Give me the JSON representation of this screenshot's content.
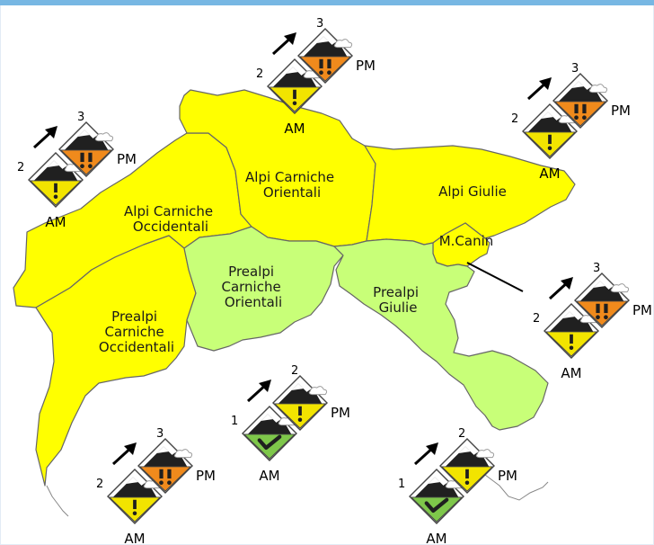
{
  "colors": {
    "danger_1": "#7ec74a",
    "danger_2": "#f2e400",
    "danger_3": "#f08a1c",
    "region_alpine": "#ffff00",
    "region_prealpine": "#c8ff78",
    "top_bar": "#77b7e3"
  },
  "regions": [
    {
      "id": "alpi-carniche-occidentali",
      "lines": [
        "Alpi Carniche",
        "Occidentali"
      ]
    },
    {
      "id": "alpi-carniche-orientali",
      "lines": [
        "Alpi Carniche",
        "Orientali"
      ]
    },
    {
      "id": "alpi-giulie",
      "lines": [
        "Alpi Giulie"
      ]
    },
    {
      "id": "m-canin",
      "lines": [
        "M.Canin"
      ]
    },
    {
      "id": "prealpi-carniche-occidentali",
      "lines": [
        "Prealpi",
        "Carniche",
        "Occidentali"
      ]
    },
    {
      "id": "prealpi-carniche-orientali",
      "lines": [
        "Prealpi",
        "Carniche",
        "Orientali"
      ]
    },
    {
      "id": "prealpi-giulie",
      "lines": [
        "Prealpi",
        "Giulie"
      ]
    }
  ],
  "forecasts": [
    {
      "id": "alpi-carniche-orientali",
      "am": {
        "level": "2",
        "label": "AM"
      },
      "pm": {
        "level": "3",
        "label": "PM"
      },
      "trend": "increasing"
    },
    {
      "id": "alpi-carniche-occidentali",
      "am": {
        "level": "2",
        "label": "AM"
      },
      "pm": {
        "level": "3",
        "label": "PM"
      },
      "trend": "increasing"
    },
    {
      "id": "alpi-giulie",
      "am": {
        "level": "2",
        "label": "AM"
      },
      "pm": {
        "level": "3",
        "label": "PM"
      },
      "trend": "increasing"
    },
    {
      "id": "m-canin",
      "am": {
        "level": "2",
        "label": "AM"
      },
      "pm": {
        "level": "3",
        "label": "PM"
      },
      "trend": "increasing"
    },
    {
      "id": "prealpi-carniche-orientali",
      "am": {
        "level": "1",
        "label": "AM"
      },
      "pm": {
        "level": "2",
        "label": "PM"
      },
      "trend": "increasing"
    },
    {
      "id": "prealpi-carniche-occidentali",
      "am": {
        "level": "2",
        "label": "AM"
      },
      "pm": {
        "level": "3",
        "label": "PM"
      },
      "trend": "increasing"
    },
    {
      "id": "prealpi-giulie",
      "am": {
        "level": "1",
        "label": "AM"
      },
      "pm": {
        "level": "2",
        "label": "PM"
      },
      "trend": "increasing"
    }
  ]
}
